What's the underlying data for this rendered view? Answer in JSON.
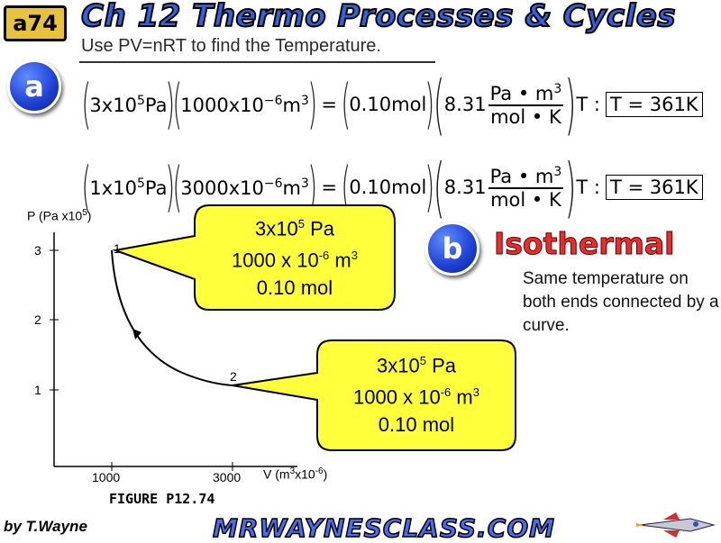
{
  "header": {
    "badge": "a74",
    "title": "Ch 12 Thermo Processes & Cycles",
    "subtitle": "Use PV=nRT to find the Temperature."
  },
  "part_a": {
    "label": "a",
    "eq1": {
      "pressure": "3x10",
      "pressure_exp": "5",
      "pressure_unit": "Pa",
      "volume": "1000x10",
      "volume_exp": "−6",
      "volume_unit": "m",
      "volume_unit_exp": "3",
      "moles": "0.10mol",
      "r_value": "8.31",
      "r_num": "Pa • m",
      "r_num_exp": "3",
      "r_den": "mol • K",
      "t_label": "T :",
      "result": "T = 361K"
    },
    "eq2": {
      "pressure": "1x10",
      "pressure_exp": "5",
      "pressure_unit": "Pa",
      "volume": "3000x10",
      "volume_exp": "−6",
      "volume_unit": "m",
      "volume_unit_exp": "3",
      "moles": "0.10mol",
      "r_value": "8.31",
      "r_num": "Pa • m",
      "r_num_exp": "3",
      "r_den": "mol • K",
      "t_label": "T :",
      "result": "T = 361K"
    }
  },
  "graph": {
    "y_axis_label": "P (Pa x10",
    "y_axis_label_exp": "5",
    "y_axis_label_end": ")",
    "y_ticks": [
      "3",
      "2",
      "1"
    ],
    "x_axis_label": "V (m",
    "x_axis_label_exp": "3",
    "x_axis_label_mid": "x10",
    "x_axis_label_exp2": "-6",
    "x_axis_label_end": ")",
    "x_ticks": [
      "1000",
      "3000"
    ],
    "point1_label": "1",
    "point2_label": "2",
    "figure_caption": "FIGURE P12.74"
  },
  "callout1": {
    "line1_base": "3x10",
    "line1_exp": "5",
    "line1_unit": " Pa",
    "line2_base": "1000 x 10",
    "line2_exp": "-6",
    "line2_unit": " m",
    "line2_unit_exp": "3",
    "line3": "0.10 mol"
  },
  "callout2": {
    "line1_base": "3x10",
    "line1_exp": "5",
    "line1_unit": " Pa",
    "line2_base": "1000 x 10",
    "line2_exp": "-6",
    "line2_unit": " m",
    "line2_unit_exp": "3",
    "line3": "0.10 mol"
  },
  "part_b": {
    "label": "b",
    "heading": "Isothermal",
    "description": "Same temperature on both ends connected by a curve."
  },
  "footer": {
    "author": "by T.Wayne",
    "site": "MRWAYNESCLASS.COM"
  },
  "colors": {
    "title_blue": "#2f63e0",
    "badge_gold": "#e8c23a",
    "callout_yellow": "#ffff3c",
    "isothermal_red": "#e82d2d",
    "circle_blue": "#1e3fd4"
  }
}
